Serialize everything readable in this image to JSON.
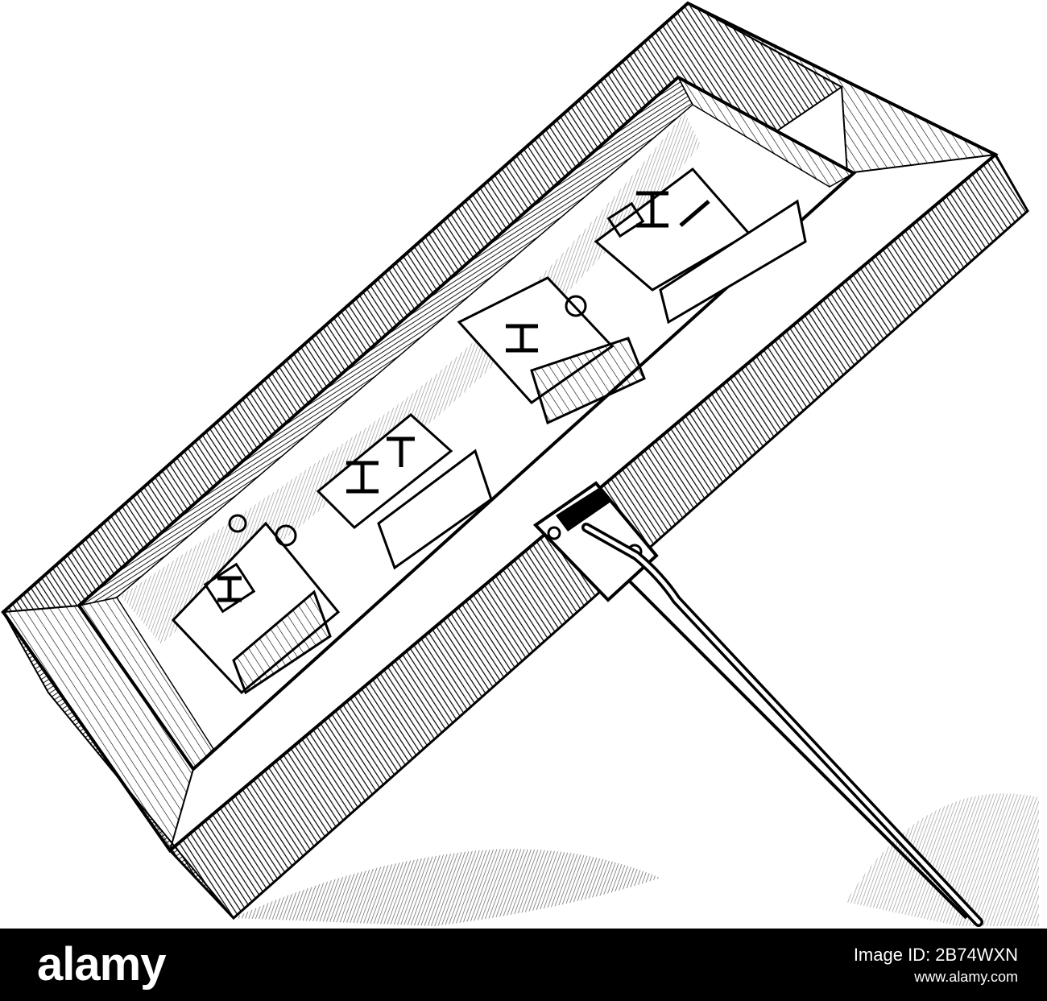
{
  "footer": {
    "logo_text": "alamy",
    "site": "www.alamy.com",
    "image_id_label": "Image ID: 2B74WXN",
    "background": "#000000",
    "text_color": "#ffffff"
  },
  "illustration": {
    "subject": "engraving of a tilted rectangular wooden tray holding four metal casting patterns, propped up by a hinged support rod",
    "ink_color": "#000000",
    "paper_color": "#ffffff"
  }
}
